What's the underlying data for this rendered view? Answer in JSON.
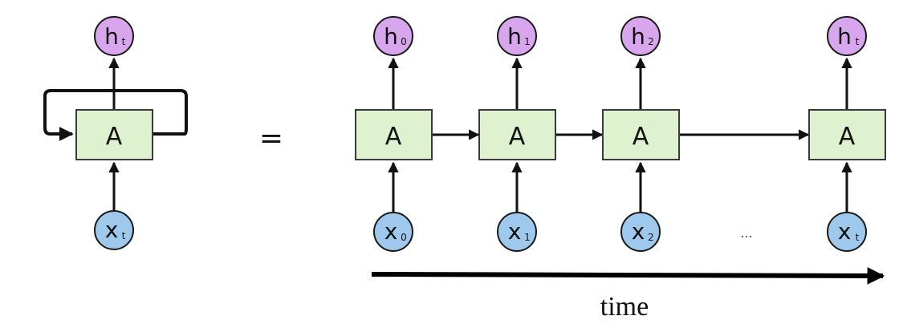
{
  "folded": {
    "cell_label": "A",
    "output": {
      "letter": "h",
      "sub": "t"
    },
    "input": {
      "letter": "x",
      "sub": "t"
    }
  },
  "equals": "=",
  "unrolled": [
    {
      "cell_label": "A",
      "output": {
        "letter": "h",
        "sub": "0"
      },
      "input": {
        "letter": "x",
        "sub": "0"
      }
    },
    {
      "cell_label": "A",
      "output": {
        "letter": "h",
        "sub": "1"
      },
      "input": {
        "letter": "x",
        "sub": "1"
      }
    },
    {
      "cell_label": "A",
      "output": {
        "letter": "h",
        "sub": "2"
      },
      "input": {
        "letter": "x",
        "sub": "2"
      }
    },
    {
      "cell_label": "A",
      "output": {
        "letter": "h",
        "sub": "t"
      },
      "input": {
        "letter": "x",
        "sub": "t"
      }
    }
  ],
  "ellipsis": "...",
  "time_label": "time",
  "colors": {
    "cell_fill": "#dff2cf",
    "output_fill": "#d7a6ec",
    "input_fill": "#9ec8ec",
    "line": "#111111"
  }
}
